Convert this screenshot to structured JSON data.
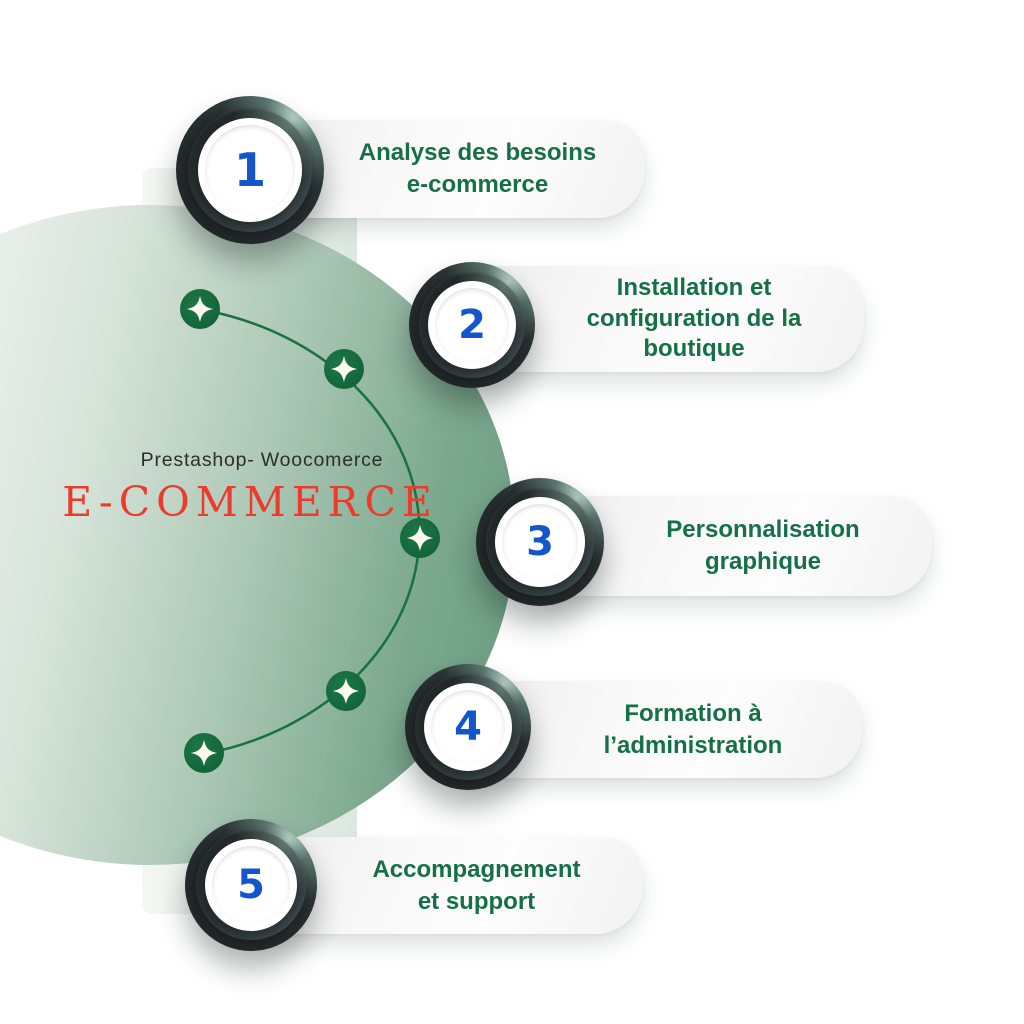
{
  "brand": {
    "subtitle": "Prestashop- Woocomerce",
    "title": "E-COMMERCE"
  },
  "steps": [
    {
      "number": "1",
      "label": "Analyse des besoins e-commerce",
      "lines": [
        "Analyse des besoins",
        "e-commerce"
      ]
    },
    {
      "number": "2",
      "label": "Installation et configuration de la boutique",
      "lines": [
        "Installation et",
        "configuration de la",
        "boutique"
      ]
    },
    {
      "number": "3",
      "label": "Personnalisation graphique",
      "lines": [
        "Personnalisation",
        "graphique"
      ]
    },
    {
      "number": "4",
      "label": "Formation à l’administration",
      "lines": [
        "Formation à",
        "l’administration"
      ]
    },
    {
      "number": "5",
      "label": "Accompagnement et support",
      "lines": [
        "Accompagnement",
        "et support"
      ]
    }
  ],
  "icons": {
    "sparkle": "four-point-star"
  },
  "colors": {
    "step_text_green": "#156f47",
    "number_blue": "#1355cb",
    "title_red": "#ee3a2b",
    "subtitle_dark": "#2d2d2d",
    "node_green": "#156a3d",
    "arc_green": "#18713f",
    "ellipse_green": "#6b9d80",
    "badge_dark": "#262d2f",
    "badge_teal_sheen": "#9dc4b4"
  }
}
